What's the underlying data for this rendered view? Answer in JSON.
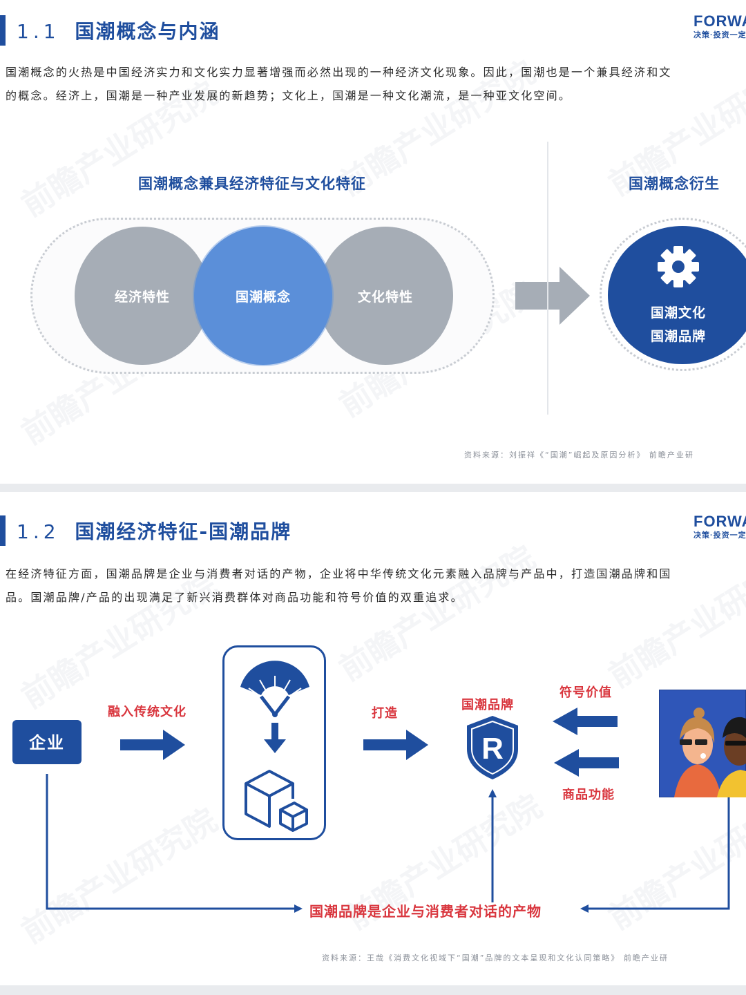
{
  "slide1": {
    "section_number": "1.1",
    "title": "国潮概念与内涵",
    "logo_main": "FORWA",
    "logo_sub": "决策·投资一定",
    "paragraph_line1": "国潮概念的火热是中国经济实力和文化实力显著增强而必然出现的一种经济文化现象。因此，国潮也是一个兼具经济和文",
    "paragraph_line2": "的概念。经济上，国潮是一种产业发展的新趋势；文化上，国潮是一种文化潮流，是一种亚文化空间。",
    "left_heading": "国潮概念兼具经济特征与文化特征",
    "right_heading": "国潮概念衍生",
    "circle_left": "经济特性",
    "circle_center": "国潮概念",
    "circle_right": "文化特性",
    "derived_line1": "国潮文化",
    "derived_line2": "国潮品牌",
    "source": "资料来源：刘振祥《“国潮”崛起及原因分析》 前瞻产业研",
    "icons": [
      "gear-icon",
      "right-arrow-icon"
    ]
  },
  "slide2": {
    "section_number": "1.2",
    "title": "国潮经济特征-国潮品牌",
    "logo_main": "FORWA",
    "logo_sub": "决策·投资一定",
    "paragraph_line1": "在经济特征方面，国潮品牌是企业与消费者对话的产物，企业将中华传统文化元素融入品牌与产品中，打造国潮品牌和国",
    "paragraph_line2": "品。国潮品牌/产品的出现满足了新兴消费群体对商品功能和符号价值的双重追求。",
    "enterprise_label": "企业",
    "integrate_label": "融入传统文化",
    "create_label": "打造",
    "brand_label": "国潮品牌",
    "symbol_value_label": "符号价值",
    "product_function_label": "商品功能",
    "bottom_label": "国潮品牌是企业与消费者对话的产物",
    "brand_shield_letter": "R",
    "source": "资料来源：王哉《消费文化视域下“国潮”品牌的文本呈现和文化认同策略》 前瞻产业研",
    "icons": [
      "fan-icon",
      "down-arrow-icon",
      "cubes-icon",
      "shield-r-icon",
      "consumers-illustration"
    ]
  },
  "colors": {
    "brand_blue": "#1f4e9e",
    "light_blue": "#5b8fd9",
    "grey_circle": "#a6adb6",
    "accent_red": "#d9363e"
  }
}
